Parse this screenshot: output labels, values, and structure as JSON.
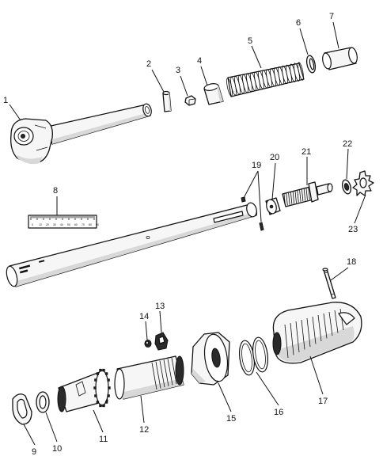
{
  "callouts": {
    "c1": "1",
    "c2": "2",
    "c3": "3",
    "c4": "4",
    "c5": "5",
    "c6": "6",
    "c7": "7",
    "c8": "8",
    "c9": "9",
    "c10": "10",
    "c11": "11",
    "c12": "12",
    "c13": "13",
    "c14": "14",
    "c15": "15",
    "c16": "16",
    "c17": "17",
    "c18": "18",
    "c19": "19",
    "c20": "20",
    "c21": "21",
    "c22": "22",
    "c23": "23"
  },
  "scale_numbers": [
    "0",
    "10",
    "20",
    "30",
    "40",
    "50",
    "60",
    "70",
    "80",
    "90"
  ]
}
